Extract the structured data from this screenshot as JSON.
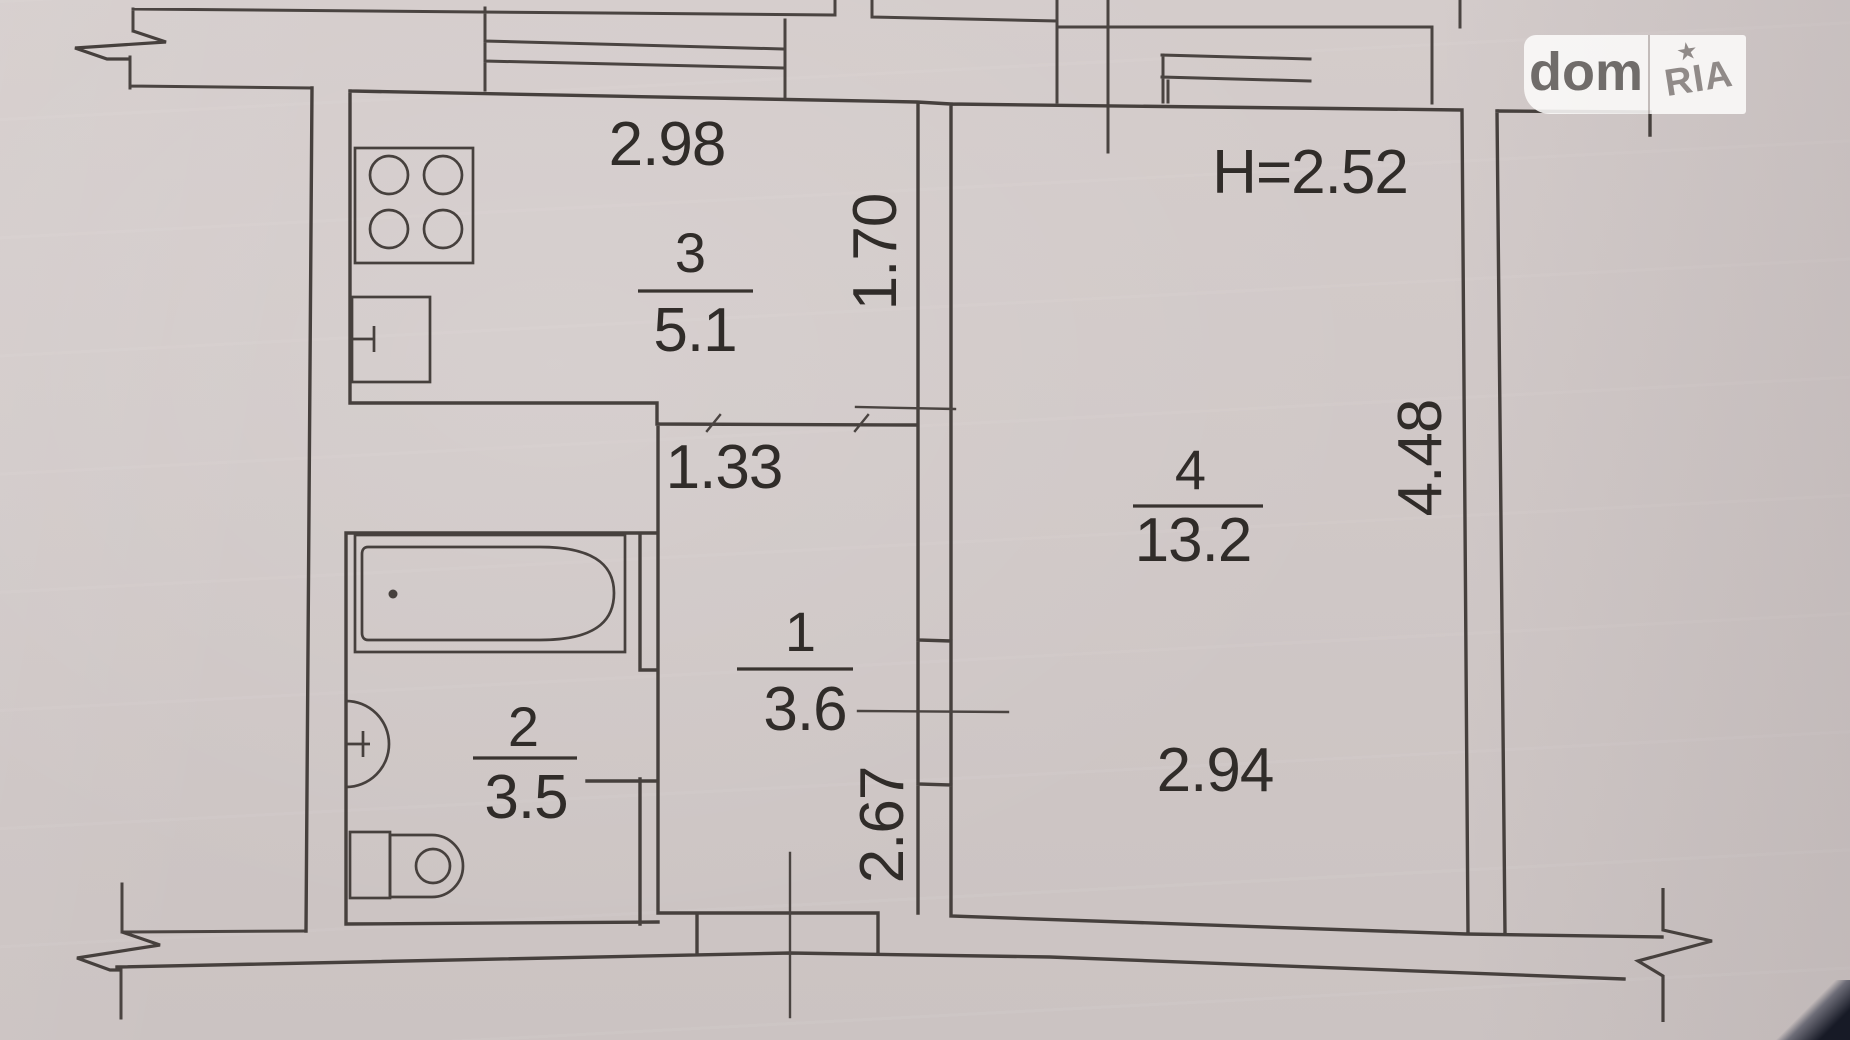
{
  "watermark": {
    "left": "dom",
    "right": "RIA",
    "star": "★"
  },
  "plan": {
    "height_label": "Н=2.52",
    "rooms": {
      "r1": {
        "number": "1",
        "area": "3.6"
      },
      "r2": {
        "number": "2",
        "area": "3.5"
      },
      "r3": {
        "number": "3",
        "area": "5.1"
      },
      "r4": {
        "number": "4",
        "area": "13.2"
      }
    },
    "dims": {
      "kitchen_width": "2.98",
      "kitchen_depth": "1.70",
      "hall_width": "1.33",
      "hall_depth": "2.67",
      "living_width": "2.94",
      "living_depth": "4.48"
    }
  }
}
